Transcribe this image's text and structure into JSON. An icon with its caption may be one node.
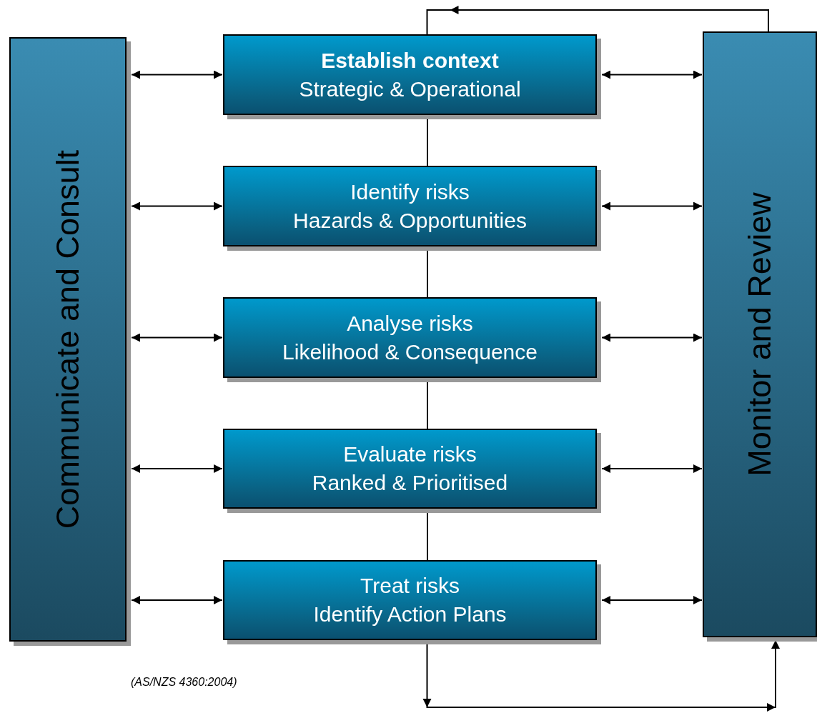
{
  "diagram": {
    "nodes": [
      {
        "text": [
          "Communicate and Consult"
        ]
      },
      {
        "text": [
          "Establish context",
          "Strategic & Operational"
        ]
      },
      {
        "text": [
          "Identify risks",
          "Hazards & Opportunities"
        ]
      },
      {
        "text": [
          "Analyse risks",
          "Likelihood & Consequence"
        ]
      },
      {
        "text": [
          "Evaluate risks",
          "Ranked & Prioritised"
        ]
      },
      {
        "text": [
          "Treat risks",
          "Identify Action Plans"
        ]
      },
      {
        "text": [
          "Monitor and Review"
        ]
      }
    ],
    "edges": [
      {
        "from": 0,
        "to": 1,
        "arrow": "both"
      },
      {
        "from": 1,
        "to": 6,
        "arrow": "both"
      },
      {
        "from": 1,
        "to": 2,
        "arrow": "none"
      },
      {
        "from": 0,
        "to": 2,
        "arrow": "both"
      },
      {
        "from": 2,
        "to": 6,
        "arrow": "both"
      },
      {
        "from": 2,
        "to": 3,
        "arrow": "none"
      },
      {
        "from": 0,
        "to": 3,
        "arrow": "both"
      },
      {
        "from": 3,
        "to": 6,
        "arrow": "both"
      },
      {
        "from": 3,
        "to": 4,
        "arrow": "none"
      },
      {
        "from": 0,
        "to": 4,
        "arrow": "both"
      },
      {
        "from": 4,
        "to": 6,
        "arrow": "both"
      },
      {
        "from": 4,
        "to": 5,
        "arrow": "none"
      },
      {
        "from": 0,
        "to": 5,
        "arrow": "both"
      },
      {
        "from": 5,
        "to": 6,
        "arrow": "both"
      },
      {
        "from": 5,
        "to": 6,
        "arrow": "to"
      },
      {
        "from": 6,
        "to": 1,
        "arrow": "to"
      }
    ],
    "labels": [
      "(AS/NZS 4360:2004)"
    ]
  }
}
